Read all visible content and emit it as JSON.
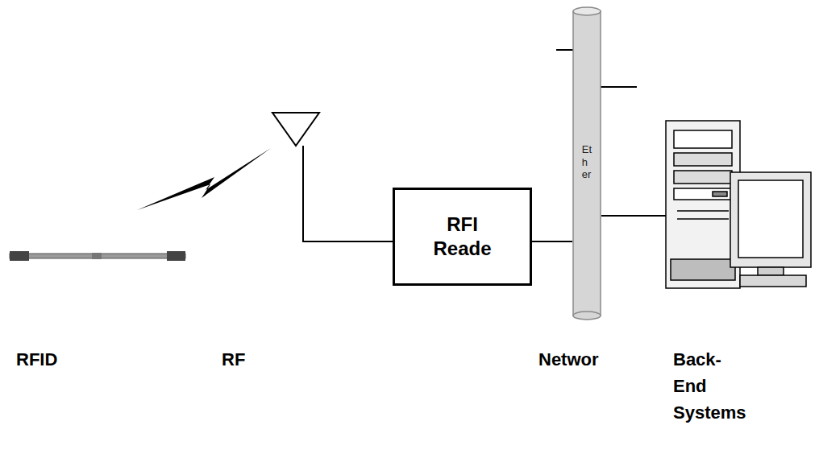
{
  "diagram": {
    "nodes": [
      {
        "text": [
          "RFI Reade"
        ]
      },
      {
        "text": [
          "Et h er"
        ]
      }
    ],
    "edges": [
      {
        "from": 0,
        "to": 1,
        "arrow": "none"
      }
    ],
    "labels": [
      "RFID",
      "RF",
      "Networ",
      "Back- End Systems"
    ]
  }
}
